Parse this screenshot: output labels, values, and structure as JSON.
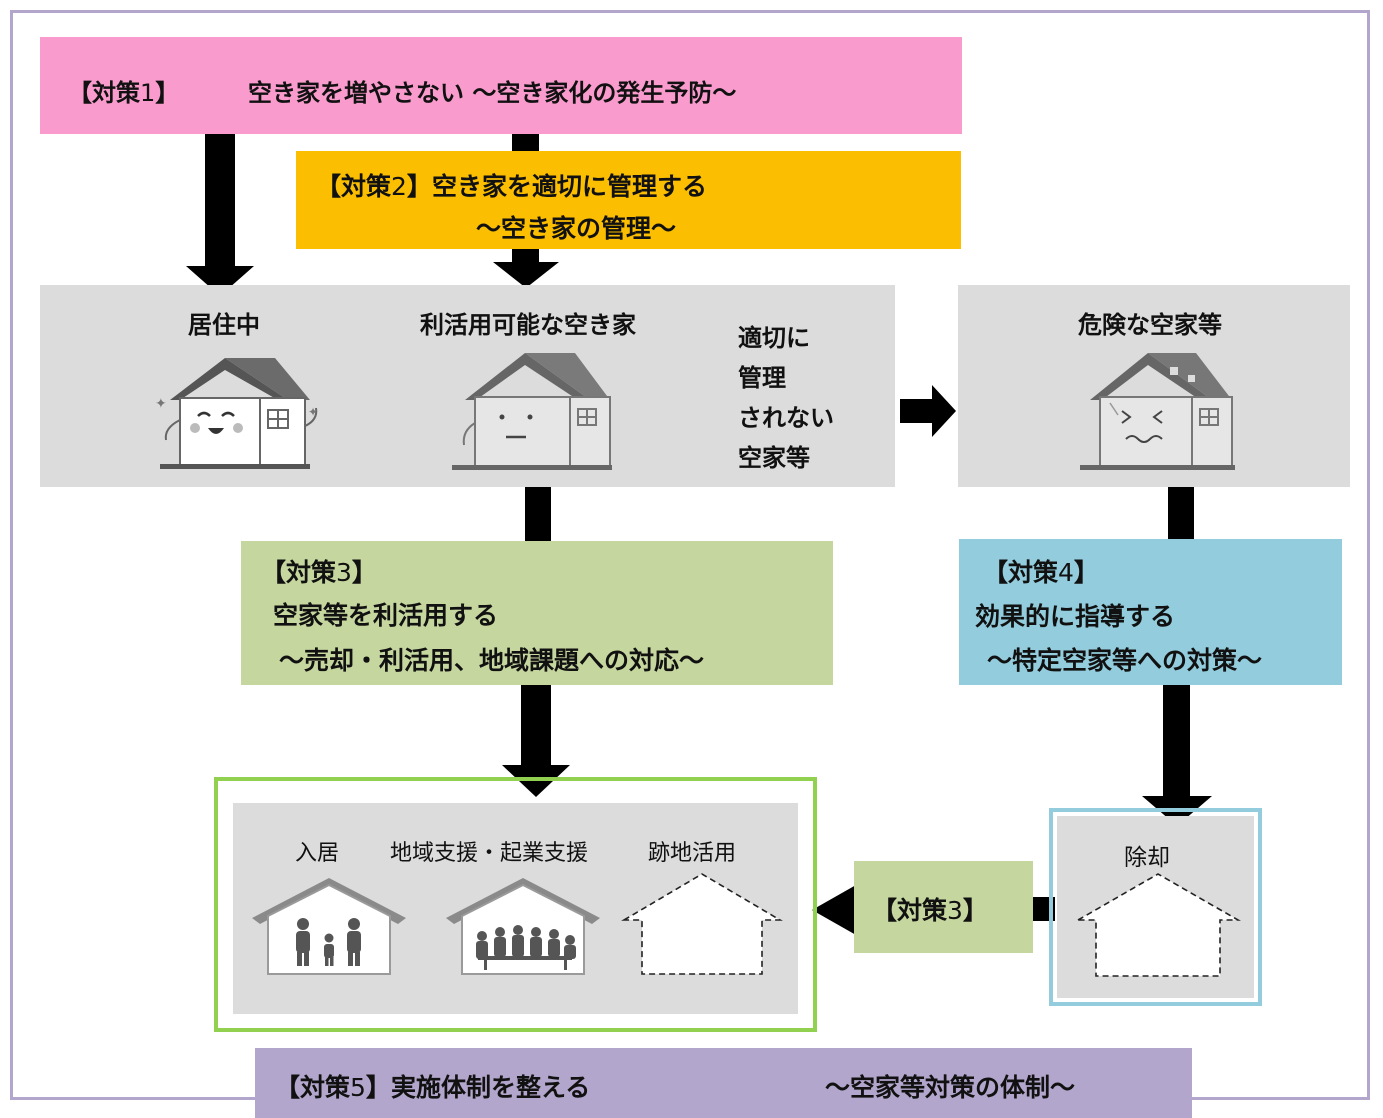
{
  "measure1": {
    "prefix": "【対策",
    "num": "1",
    "close": "】",
    "text": "空き家を増やさない ～空き家化の発生予防～"
  },
  "measure2": {
    "prefix": "【対策",
    "num": "2",
    "close": "】",
    "title": "空き家を適切に管理する",
    "sub": "～空き家の管理～"
  },
  "stages": {
    "living": "居住中",
    "usable": "利活用可能な空き家",
    "unmanaged": [
      "適切に",
      "管理",
      "されない",
      "空家等"
    ],
    "dangerous": "危険な空家等"
  },
  "measure3": {
    "prefix": "【対策",
    "num": "3",
    "close": "】",
    "title": "空家等を利活用する",
    "sub": "～売却・利活用、地域課題への対応～"
  },
  "measure4": {
    "prefix": "【対策",
    "num": "4",
    "close": "】",
    "title": "効果的に指導する",
    "sub": "～特定空家等への対策～"
  },
  "outcomes": {
    "move_in": "入居",
    "community": "地域支援・起業支援",
    "site_use": "跡地活用"
  },
  "demolition": "除却",
  "measure3_small": {
    "prefix": "【対策",
    "num": "3",
    "close": "】"
  },
  "measure5": {
    "prefix": "【対策",
    "num": "5",
    "close": "】",
    "title": "実施体制を整える",
    "sub": "～空家等対策の体制～"
  },
  "colors": {
    "measure1": "#f99ccd",
    "measure2": "#fbbe00",
    "measure3": "#c5d69f",
    "measure4": "#93cddd",
    "measure5": "#b3a6cc",
    "stage_bg": "#dcdcdc",
    "green_border": "#92d050",
    "blue_border": "#93cddd"
  }
}
